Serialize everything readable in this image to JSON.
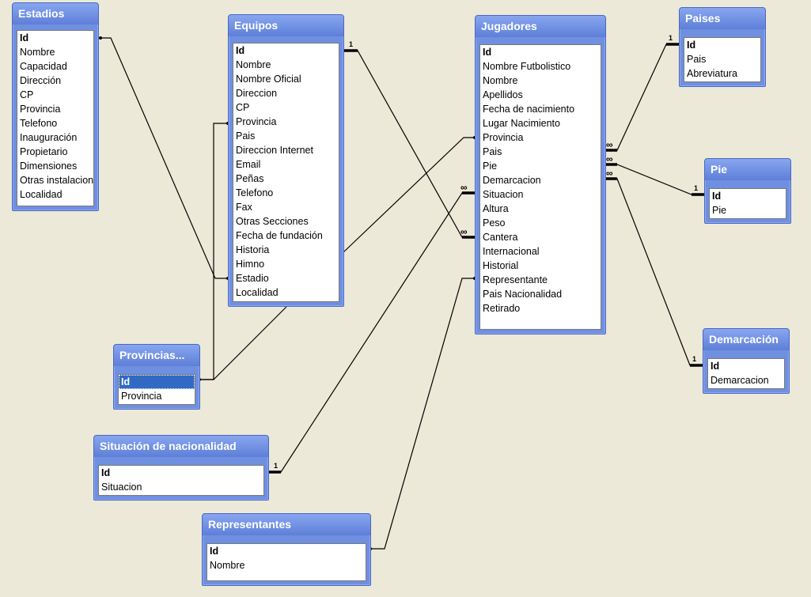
{
  "tables": {
    "estadios": {
      "title": "Estadios",
      "fields": [
        "Id",
        "Nombre",
        "Capacidad",
        "Dirección",
        "CP",
        "Provincia",
        "Telefono",
        "Inauguración",
        "Propietario",
        "Dimensiones",
        "Otras instalaciones",
        "Localidad"
      ]
    },
    "equipos": {
      "title": "Equipos",
      "fields": [
        "Id",
        "Nombre",
        "Nombre Oficial",
        "Direccion",
        "CP",
        "Provincia",
        "Pais",
        "Direccion Internet",
        "Email",
        "Peñas",
        "Telefono",
        "Fax",
        "Otras Secciones",
        "Fecha de fundación",
        "Historia",
        "Himno",
        "Estadio",
        "Localidad"
      ]
    },
    "jugadores": {
      "title": "Jugadores",
      "fields": [
        "Id",
        "Nombre Futbolistico",
        "Nombre",
        "Apellidos",
        "Fecha de nacimiento",
        "Lugar Nacimiento",
        "Provincia",
        "Pais",
        "Pie",
        "Demarcacion",
        "Situacion",
        "Altura",
        "Peso",
        "Cantera",
        "Internacional",
        "Historial",
        "Representante",
        "Pais Nacionalidad",
        "Retirado"
      ]
    },
    "paises": {
      "title": "Paises",
      "fields": [
        "Id",
        "Pais",
        "Abreviatura"
      ]
    },
    "pie": {
      "title": "Pie",
      "fields": [
        "Id",
        "Pie"
      ]
    },
    "demarcacion": {
      "title": "Demarcación",
      "fields": [
        "Id",
        "Demarcacion"
      ]
    },
    "provincias": {
      "title": "Provincias...",
      "fields": [
        "Id",
        "Provincia"
      ]
    },
    "situacion": {
      "title": "Situación de nacionalidad",
      "fields": [
        "Id",
        "Situacion"
      ]
    },
    "representantes": {
      "title": "Representantes",
      "fields": [
        "Id",
        "Nombre"
      ]
    }
  },
  "relationships": [
    {
      "from": "Estadios.Id",
      "to": "Equipos.Estadio"
    },
    {
      "from": "Equipos.Id",
      "to": "Jugadores.Cantera",
      "one": "1",
      "many": "∞"
    },
    {
      "from": "Paises.Id",
      "to": "Jugadores.Pais",
      "one": "1",
      "many": "∞"
    },
    {
      "from": "Pie.Id",
      "to": "Jugadores.Pie",
      "one": "1",
      "many": "∞"
    },
    {
      "from": "Demarcación.Id",
      "to": "Jugadores.Demarcacion",
      "one": "1",
      "many": "∞"
    },
    {
      "from": "Situación de nacionalidad.Id",
      "to": "Jugadores.Situacion",
      "one": "1",
      "many": "∞"
    },
    {
      "from": "Provincias.Id",
      "to": "Equipos.Provincia"
    },
    {
      "from": "Provincias.Id",
      "to": "Jugadores.Provincia"
    },
    {
      "from": "Representantes.Id",
      "to": "Jugadores.Representante"
    }
  ],
  "cardinality": {
    "one": "1",
    "many": "∞"
  },
  "selected_field": "Provincias.Id",
  "colors": {
    "background": "#ece9d8",
    "title_bar": "#6f8fe0",
    "selection": "#316ac5"
  }
}
